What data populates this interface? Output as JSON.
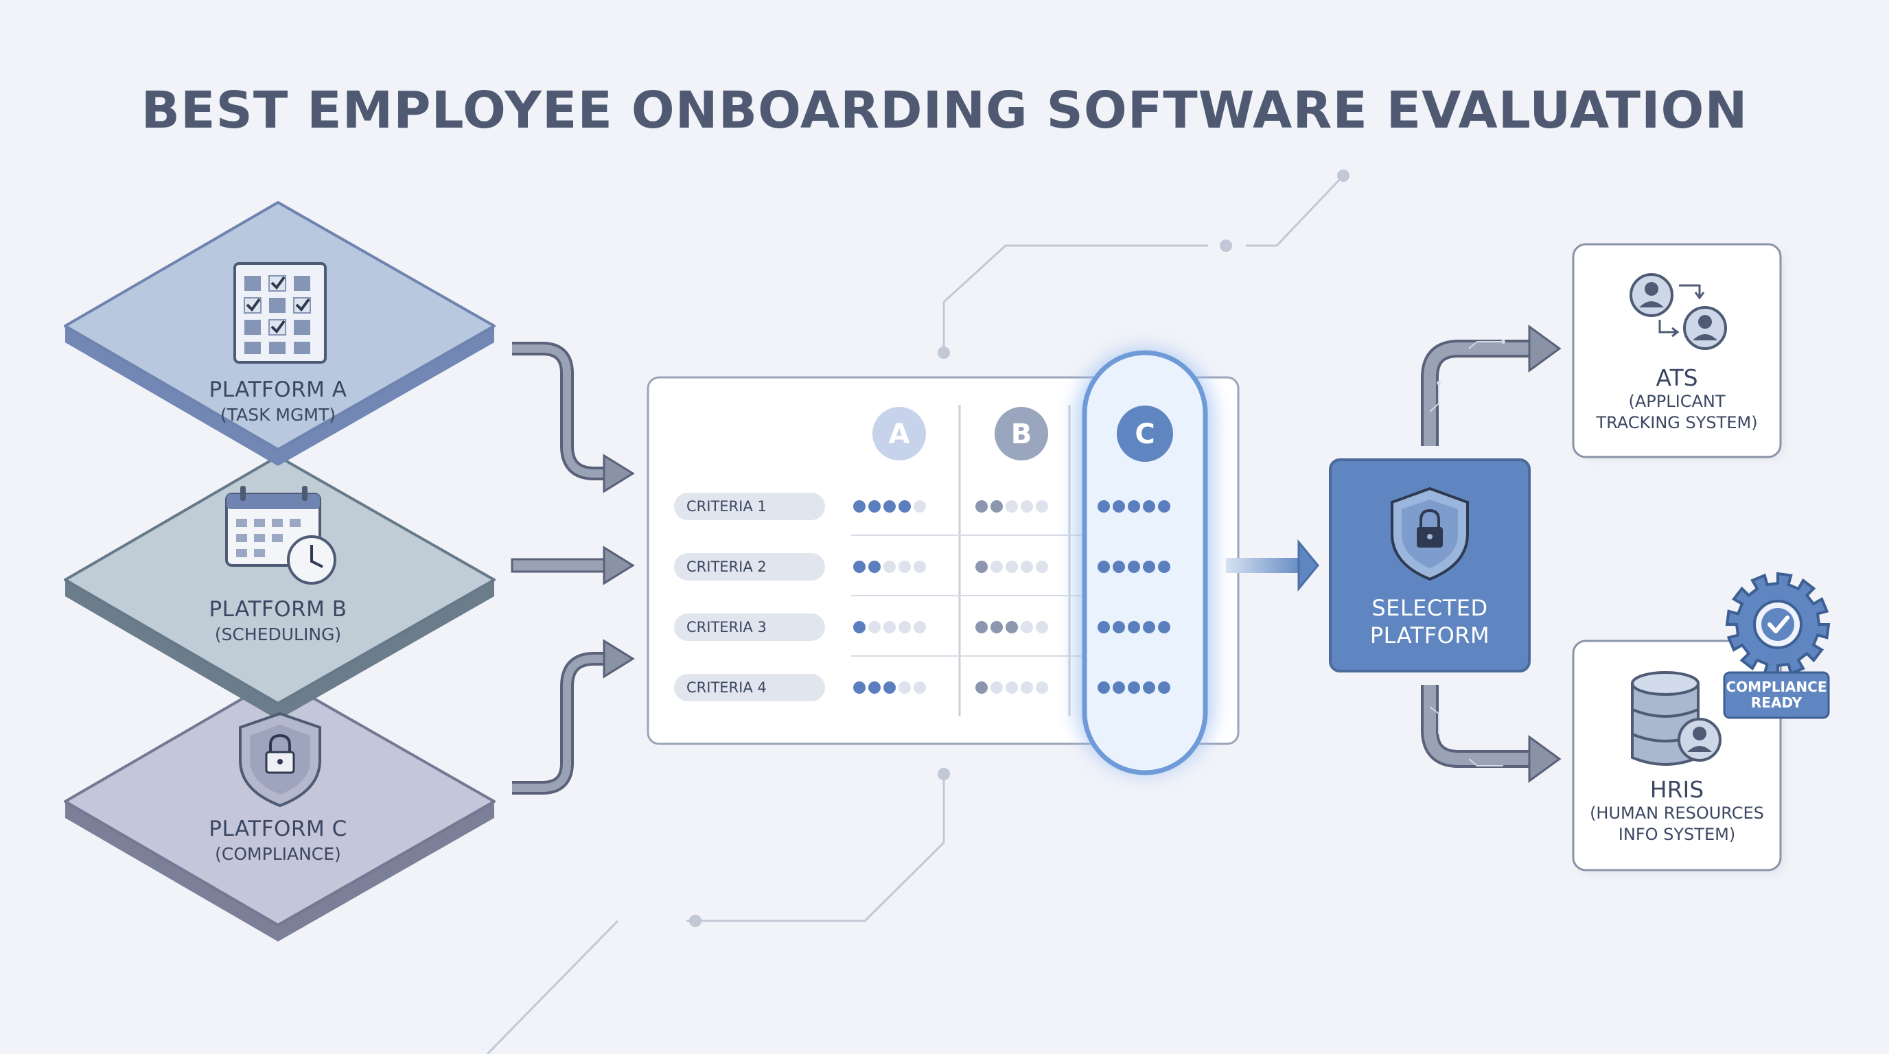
{
  "title": "BEST EMPLOYEE ONBOARDING SOFTWARE EVALUATION",
  "platforms": [
    {
      "name": "PLATFORM A",
      "subtitle": "(TASK MGMT)",
      "icon": "checklist-grid-icon",
      "color": "#b8c8df"
    },
    {
      "name": "PLATFORM B",
      "subtitle": "(SCHEDULING)",
      "icon": "calendar-clock-icon",
      "color": "#c0cdd6"
    },
    {
      "name": "PLATFORM C",
      "subtitle": "(COMPLIANCE)",
      "icon": "shield-lock-icon",
      "color": "#c4c7d9"
    }
  ],
  "matrix": {
    "columns": [
      "A",
      "B",
      "C"
    ],
    "criteria": [
      "CRITERIA 1",
      "CRITERIA 2",
      "CRITERIA 3",
      "CRITERIA 4"
    ],
    "max_rating": 5,
    "ratings": {
      "A": [
        4,
        2,
        1,
        3
      ],
      "B": [
        2,
        1,
        3,
        1
      ],
      "C": [
        5,
        5,
        5,
        5
      ]
    },
    "highlighted_column": "C"
  },
  "selected": {
    "line1": "SELECTED",
    "line2": "PLATFORM",
    "icon": "shield-lock-icon",
    "color": "#5f86c0"
  },
  "outputs": [
    {
      "title": "ATS",
      "line1": "(APPLICANT",
      "line2": "TRACKING SYSTEM)",
      "icon": "user-transfer-icon"
    },
    {
      "title": "HRIS",
      "line1": "(HUMAN RESOURCES",
      "line2": "INFO SYSTEM)",
      "icon": "database-user-icon"
    }
  ],
  "badge": {
    "line1": "COMPLIANCE",
    "line2": "READY",
    "icon": "gear-check-icon"
  },
  "colors": {
    "background": "#f1f3f8",
    "accent": "#5f86c0",
    "arrow": "#8a92a6",
    "dot_filled_A": "#5b7fbe",
    "dot_filled_B": "#8c96ae",
    "dot_filled_C": "#5b7fbe",
    "dot_empty": "#dde2ec"
  }
}
